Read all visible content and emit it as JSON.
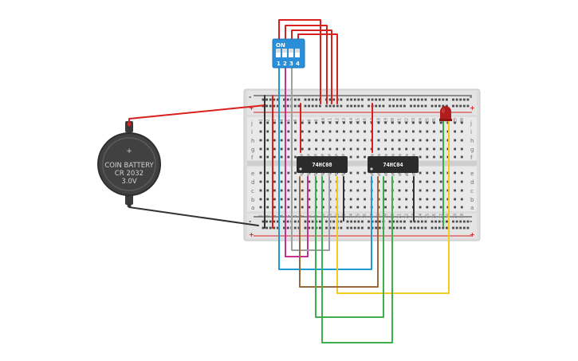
{
  "battery": {
    "line1": "COIN BATTERY",
    "line2": "CR 2032",
    "line3": "3.0V",
    "plus": "+"
  },
  "dip_switch": {
    "on_label": "ON",
    "switches": [
      "1",
      "2",
      "3",
      "4"
    ]
  },
  "chips": {
    "chip1": "74HC08",
    "chip2": "74HC04"
  },
  "breadboard": {
    "row_labels_top": [
      "j",
      "i",
      "h",
      "g",
      "f"
    ],
    "row_labels_bottom": [
      "e",
      "d",
      "c",
      "b",
      "a"
    ],
    "rail_plus": "+",
    "rail_minus": "-",
    "column_numbers": [
      "1",
      "2",
      "3",
      "4",
      "5",
      "6",
      "7",
      "8",
      "9",
      "10",
      "11",
      "12",
      "13",
      "14",
      "15",
      "16",
      "17",
      "18",
      "19",
      "20",
      "21",
      "22",
      "23",
      "24",
      "25",
      "26",
      "27",
      "28",
      "29",
      "30"
    ]
  },
  "colors": {
    "red_wire": "#d8201f",
    "black_wire": "#333333",
    "blue_wire": "#1e9ad6",
    "magenta_wire": "#c4338f",
    "gray_wire": "#a0a0a0",
    "green_wire": "#3dae49",
    "yellow_wire": "#f3cc1b",
    "brown_wire": "#9a6a3c",
    "chip_body": "#2b2b2b",
    "dip_body": "#2a8fd8",
    "led": "#b11d1d",
    "battery_body": "#404040"
  }
}
